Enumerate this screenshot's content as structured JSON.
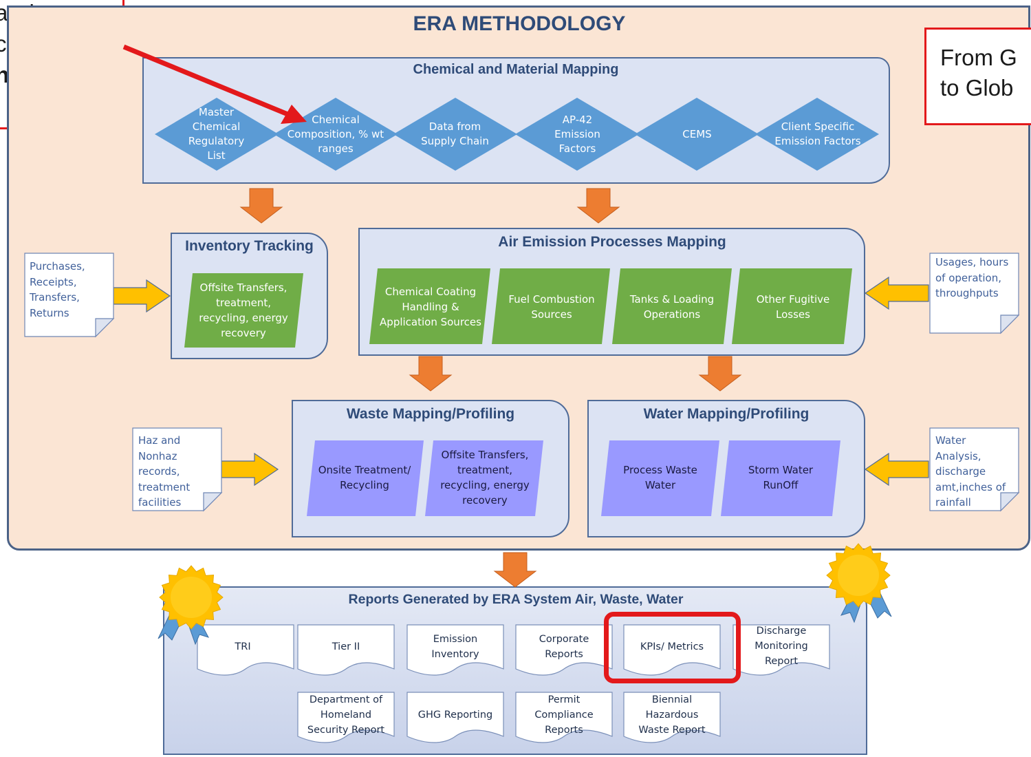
{
  "title": "ERA METHODOLOGY",
  "callout_left": {
    "line1": "ar data",
    "line2": "curacy",
    "line3_bold": "here",
    "line3_end": "."
  },
  "callout_right": {
    "line1": "From G",
    "line2": "to Glob"
  },
  "chemical_mapping": {
    "title": "Chemical and Material Mapping",
    "items": [
      [
        "Master",
        "Chemical",
        "Regulatory",
        "List"
      ],
      [
        "Chemical",
        "Composition, % wt",
        "ranges"
      ],
      [
        "Data from",
        "Supply Chain"
      ],
      [
        "AP-42",
        "Emission",
        "Factors"
      ],
      [
        "CEMS"
      ],
      [
        "Client Specific",
        "Emission Factors"
      ]
    ]
  },
  "inventory": {
    "title": "Inventory Tracking",
    "item": [
      "Offsite Transfers,",
      "treatment,",
      "recycling, energy",
      "recovery"
    ]
  },
  "air": {
    "title": "Air Emission Processes Mapping",
    "items": [
      [
        "Chemical Coating",
        "Handling &",
        "Application Sources"
      ],
      [
        "Fuel Combustion",
        "Sources"
      ],
      [
        "Tanks & Loading",
        "Operations"
      ],
      [
        "Other Fugitive",
        "Losses"
      ]
    ]
  },
  "waste": {
    "title": "Waste Mapping/Profiling",
    "items": [
      [
        "Onsite Treatment/",
        "Recycling"
      ],
      [
        "Offsite Transfers,",
        "treatment,",
        "recycling, energy",
        "recovery"
      ]
    ]
  },
  "water": {
    "title": "Water Mapping/Profiling",
    "items": [
      [
        "Process Waste",
        "Water"
      ],
      [
        "Storm Water",
        "RunOff"
      ]
    ]
  },
  "notes": {
    "purchases": [
      "Purchases,",
      "Receipts,",
      "Transfers,",
      "Returns"
    ],
    "usages": [
      "Usages, hours",
      "of operation,",
      "throughputs"
    ],
    "haz": [
      "Haz and",
      "Nonhaz",
      "records,",
      "treatment",
      "facilities"
    ],
    "water": [
      "Water",
      "Analysis,",
      "discharge",
      "amt,inches of",
      "rainfall"
    ]
  },
  "reports": {
    "title": "Reports Generated by ERA System Air, Waste, Water",
    "row1": [
      [
        "TRI"
      ],
      [
        "Tier II"
      ],
      [
        "Emission",
        "Inventory"
      ],
      [
        "Corporate",
        "Reports"
      ],
      [
        "KPIs/ Metrics"
      ],
      [
        "Discharge",
        "Monitoring",
        "Report"
      ]
    ],
    "row2": [
      [
        "Department of",
        "Homeland",
        "Security Report"
      ],
      [
        "GHG Reporting"
      ],
      [
        "Permit",
        "Compliance",
        "Reports"
      ],
      [
        "Biennial",
        "Hazardous",
        "Waste Report"
      ]
    ]
  },
  "colors": {
    "frame_bg": "#fbe5d4",
    "panel_bg": "#dce3f3",
    "diamond": "#5b9bd5",
    "green": "#70ad47",
    "purple": "#9999ff",
    "orange_arrow": "#ed7d31",
    "yellow_arrow": "#ffc000",
    "highlight": "#e3191b"
  }
}
